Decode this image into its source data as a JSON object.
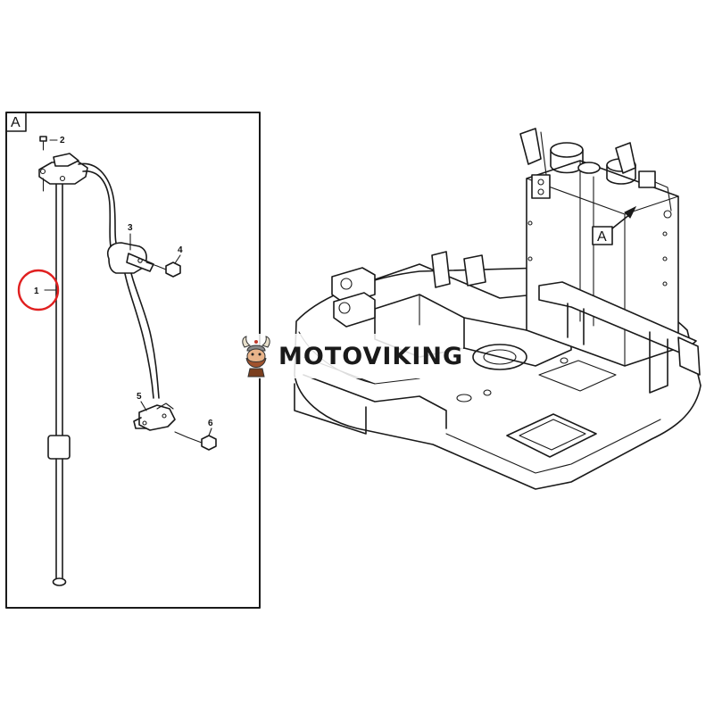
{
  "detail_view": {
    "label": "A",
    "callouts": [
      "1",
      "2",
      "3",
      "4",
      "5",
      "6"
    ],
    "highlighted_callout": "1",
    "highlight_color": "#e02020"
  },
  "machine_view": {
    "view_marker": "A"
  },
  "watermark": {
    "text": "MOTOVIKING",
    "logo": "viking-mascot-icon"
  }
}
